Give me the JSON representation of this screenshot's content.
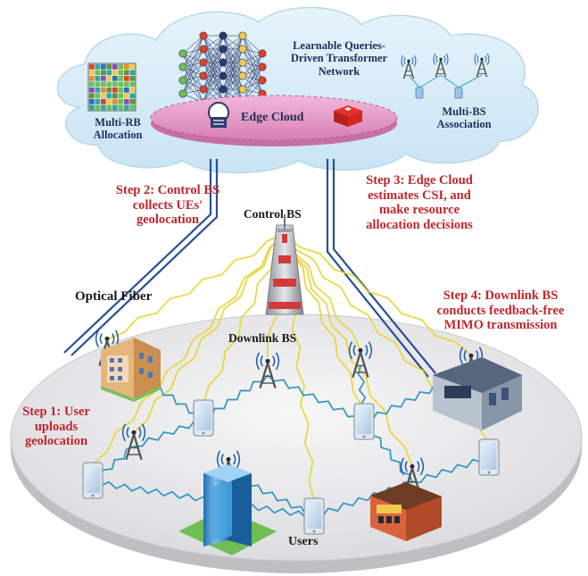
{
  "cloud": {
    "transformer_label": [
      "Learnable Queries-",
      "Driven Transformer",
      "Network"
    ],
    "edge_cloud_label": "Edge Cloud",
    "multi_rb_label": [
      "Multi-RB",
      "Allocation"
    ],
    "multi_bs_label": [
      "Multi-BS",
      "Association"
    ]
  },
  "steps": {
    "step1": [
      "Step 1: User",
      "uploads",
      "geolocation"
    ],
    "step2": [
      "Step 2: Control BS",
      "collects UEs′",
      "geolocation"
    ],
    "step3": [
      "Step 3: Edge Cloud",
      "estimates CSI, and",
      "make resource",
      "allocation decisions"
    ],
    "step4": [
      "Step 4: Downlink BS",
      "conducts feedback-free",
      "MIMO  transmission"
    ]
  },
  "labels": {
    "control_bs": "Control BS",
    "optical_fiber": "Optical Fiber",
    "downlink_bs": "Downlink BS",
    "users": "Users"
  },
  "colors": {
    "step_text": "#c0262c",
    "cloud_fill": "#d6ecf7",
    "edge_cloud_fill": "#e79fc9",
    "fiber": "#2a4f9a",
    "control_link": "#f3e24a",
    "downlink_link": "#3fa6c9",
    "ground": "#e9e9eb"
  }
}
